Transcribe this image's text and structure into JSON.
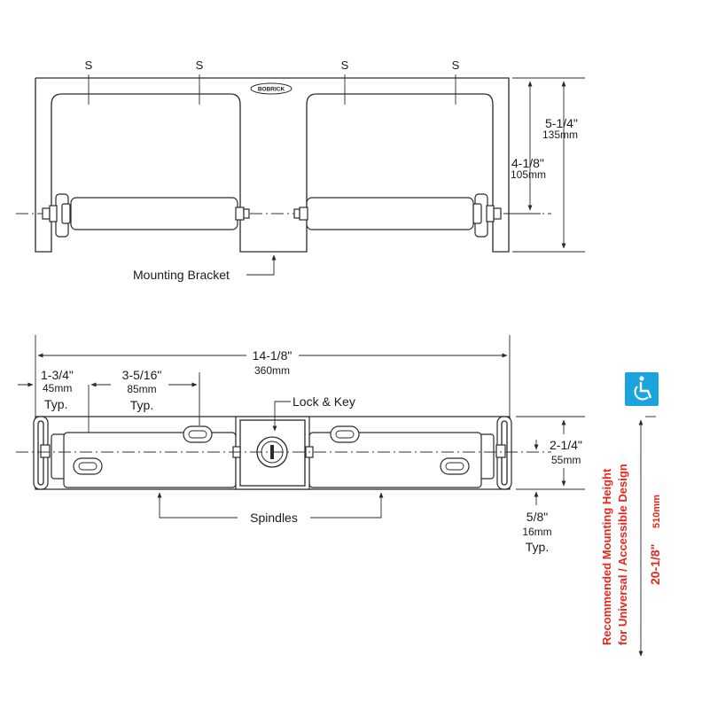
{
  "top_view": {
    "screw_labels": [
      "S",
      "S",
      "S",
      "S"
    ],
    "brand_logo": "BOBRICK",
    "mounting_bracket_label": "Mounting Bracket",
    "dim_height_imp": "5-1/4\"",
    "dim_height_met": "135mm",
    "dim_center_imp": "4-1/8\"",
    "dim_center_met": "105mm"
  },
  "front_view": {
    "overall_width_imp": "14-1/8\"",
    "overall_width_met": "360mm",
    "edge_offset_imp": "1-3/4\"",
    "edge_offset_met": "45mm",
    "edge_offset_typ": "Typ.",
    "slot_spacing_imp": "3-5/16\"",
    "slot_spacing_met": "85mm",
    "slot_spacing_typ": "Typ.",
    "lock_label": "Lock & Key",
    "spindles_label": "Spindles",
    "depth_imp": "2-1/4\"",
    "depth_met": "55mm",
    "spindle_offset_imp": "5/8\"",
    "spindle_offset_met": "16mm",
    "spindle_offset_typ": "Typ."
  },
  "mounting": {
    "accessibility_icon": "wheelchair-icon",
    "accent_color": "#1aa3dd",
    "note_line1": "Recommended Mounting Height",
    "note_line2": "for Universal / Accessible Design",
    "height_imp": "20-1/8\"",
    "height_met": "510mm",
    "note_color": "#e8271b"
  }
}
